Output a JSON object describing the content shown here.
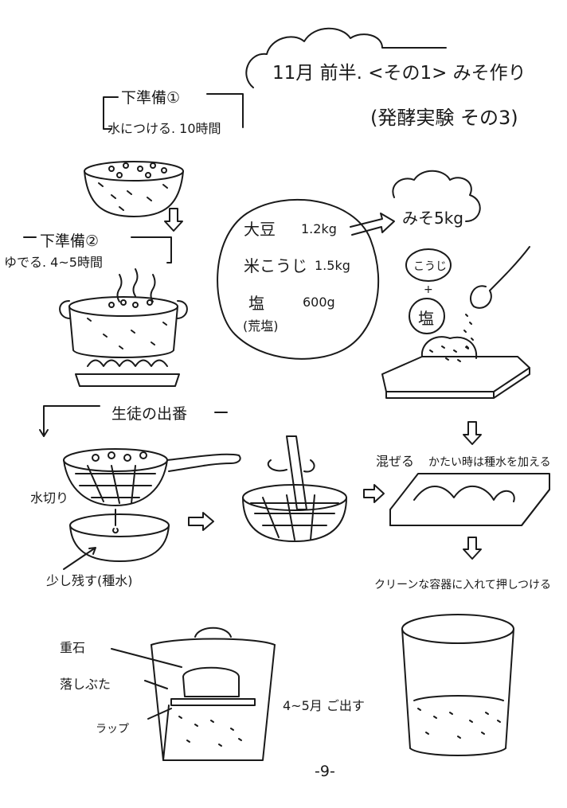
{
  "title": {
    "line1": "11月 前半. <その1> みそ作り",
    "line2": "(発酵実験 その3)"
  },
  "prep1": {
    "heading": "下準備①",
    "detail": "水につける. 10時間"
  },
  "prep2": {
    "heading": "下準備②",
    "detail": "ゆでる. 4~5時間"
  },
  "ingredients": [
    {
      "name": "大豆",
      "amount": "1.2kg"
    },
    {
      "name": "米こうじ",
      "amount": "1.5kg"
    },
    {
      "name": "塩",
      "amount": "600g"
    }
  ],
  "ingredients_note": "(荒塩)",
  "yield_label": "みそ5kg",
  "mix_items": {
    "koji": "こうじ",
    "plus": "+",
    "salt": "塩"
  },
  "student_section": "生徒の出番",
  "drain_label": "水切り",
  "reserve_label": "少し残す(種水)",
  "mix_label": "混ぜる",
  "mix_hint": "かたい時は種水を加える",
  "container_label": "クリーンな容器に入れて押しつける",
  "weight_labels": {
    "weight": "重石",
    "lid": "落しぶた",
    "wrap": "ラップ"
  },
  "ready_label": "4~5月 ご出す",
  "page_number": "-9-"
}
